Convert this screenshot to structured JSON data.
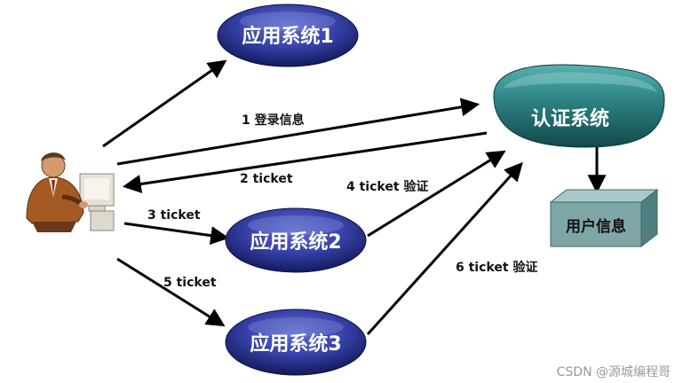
{
  "nodes": {
    "app1": "应用系统1",
    "app2": "应用系统2",
    "app3": "应用系统3",
    "auth": "认证系统",
    "userinfo": "用户信息"
  },
  "edges": {
    "login": "1 登录信息",
    "return_ticket": "2 ticket",
    "ticket_to_app2": "3 ticket",
    "verify_app2": "4 ticket 验证",
    "ticket_to_app3": "5 ticket",
    "verify_app3": "6 ticket 验证"
  },
  "watermark": "CSDN @源城编程哥",
  "icons": {
    "user": "user-at-computer-icon"
  },
  "colors": {
    "app_ellipse_center": "#3d4bb0",
    "app_ellipse_edge": "#141a5c",
    "auth_fill": "#2a7f80",
    "auth_top": "#4aa3a2",
    "userinfo_front": "#7fa6a6",
    "userinfo_side": "#4f7f80"
  }
}
